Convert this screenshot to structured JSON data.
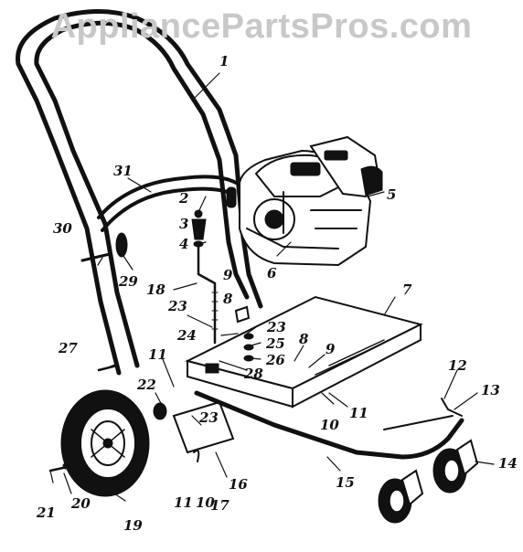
{
  "watermark": "AppliancePartsPros.com",
  "callouts": {
    "p1": "1",
    "p2": "2",
    "p3": "3",
    "p4": "4",
    "p5": "5",
    "p6": "6",
    "p7": "7",
    "p8a": "8",
    "p8b": "8",
    "p9a": "9",
    "p9b": "9",
    "p10a": "10",
    "p10b": "10",
    "p11a": "11",
    "p11b": "11",
    "p11c": "11",
    "p12": "12",
    "p13": "13",
    "p14": "14",
    "p15": "15",
    "p16": "16",
    "p17": "17",
    "p18": "18",
    "p19": "19",
    "p20": "20",
    "p21": "21",
    "p22": "22",
    "p23a": "23",
    "p23b": "23",
    "p23c": "23",
    "p24": "24",
    "p25": "25",
    "p26": "26",
    "p27": "27",
    "p28": "28",
    "p29": "29",
    "p30": "30",
    "p31": "31"
  }
}
